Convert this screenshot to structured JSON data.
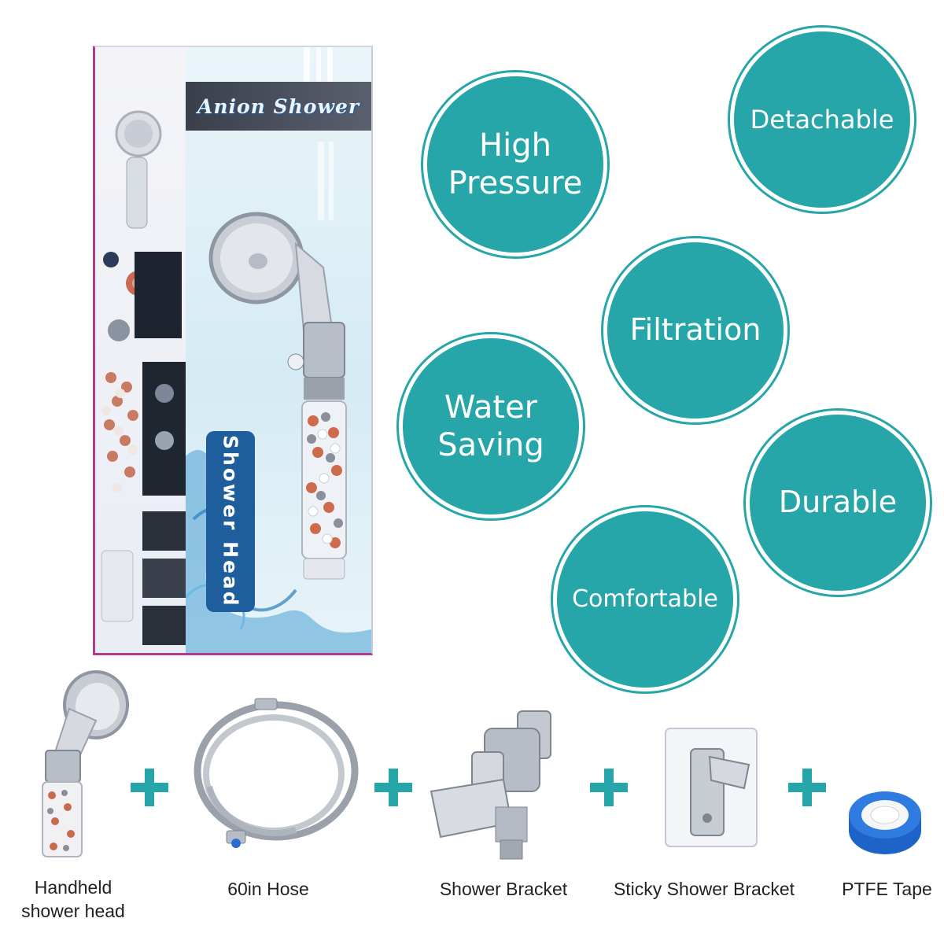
{
  "box": {
    "title": "Anion Shower",
    "vertical_label": "Shower Head"
  },
  "features": [
    {
      "label": "High Pressure"
    },
    {
      "label": "Detachable"
    },
    {
      "label": "Filtration"
    },
    {
      "label": "Water Saving"
    },
    {
      "label": "Durable"
    },
    {
      "label": "Comfortable"
    }
  ],
  "components": [
    {
      "caption": "Handheld shower head",
      "icon": "shower-head-icon"
    },
    {
      "caption": "60in Hose",
      "icon": "hose-icon"
    },
    {
      "caption": "Shower Bracket",
      "icon": "bracket-icon"
    },
    {
      "caption": "Sticky Shower Bracket",
      "icon": "sticky-bracket-icon"
    },
    {
      "caption": "PTFE Tape",
      "icon": "tape-icon"
    }
  ],
  "colors": {
    "accent": "#26a6a8",
    "box_blue": "#1f5e9c",
    "box_border": "#b43c8a"
  }
}
